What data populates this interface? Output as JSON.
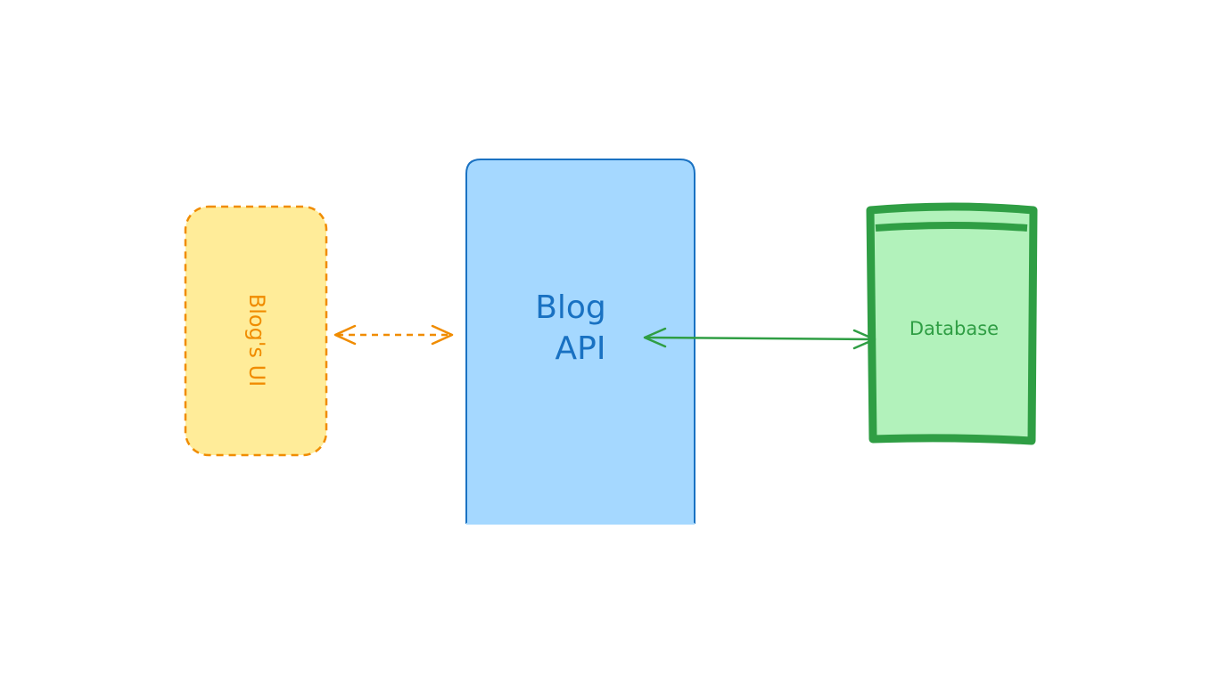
{
  "nodes": {
    "ui": {
      "label": "Blog's UI",
      "stroke": "#f08c00",
      "fill": "#ffec99"
    },
    "api": {
      "line1": "Blog",
      "line2": "API",
      "stroke": "#1971c2",
      "fill": "#a5d8ff"
    },
    "db": {
      "label": "Database",
      "stroke": "#2f9e44",
      "fill": "#b2f2bb"
    }
  },
  "edges": [
    {
      "from": "ui",
      "to": "api",
      "style": "dashed",
      "direction": "bidirectional",
      "color": "#f08c00"
    },
    {
      "from": "api",
      "to": "db",
      "style": "solid",
      "direction": "bidirectional",
      "color": "#2f9e44"
    }
  ]
}
